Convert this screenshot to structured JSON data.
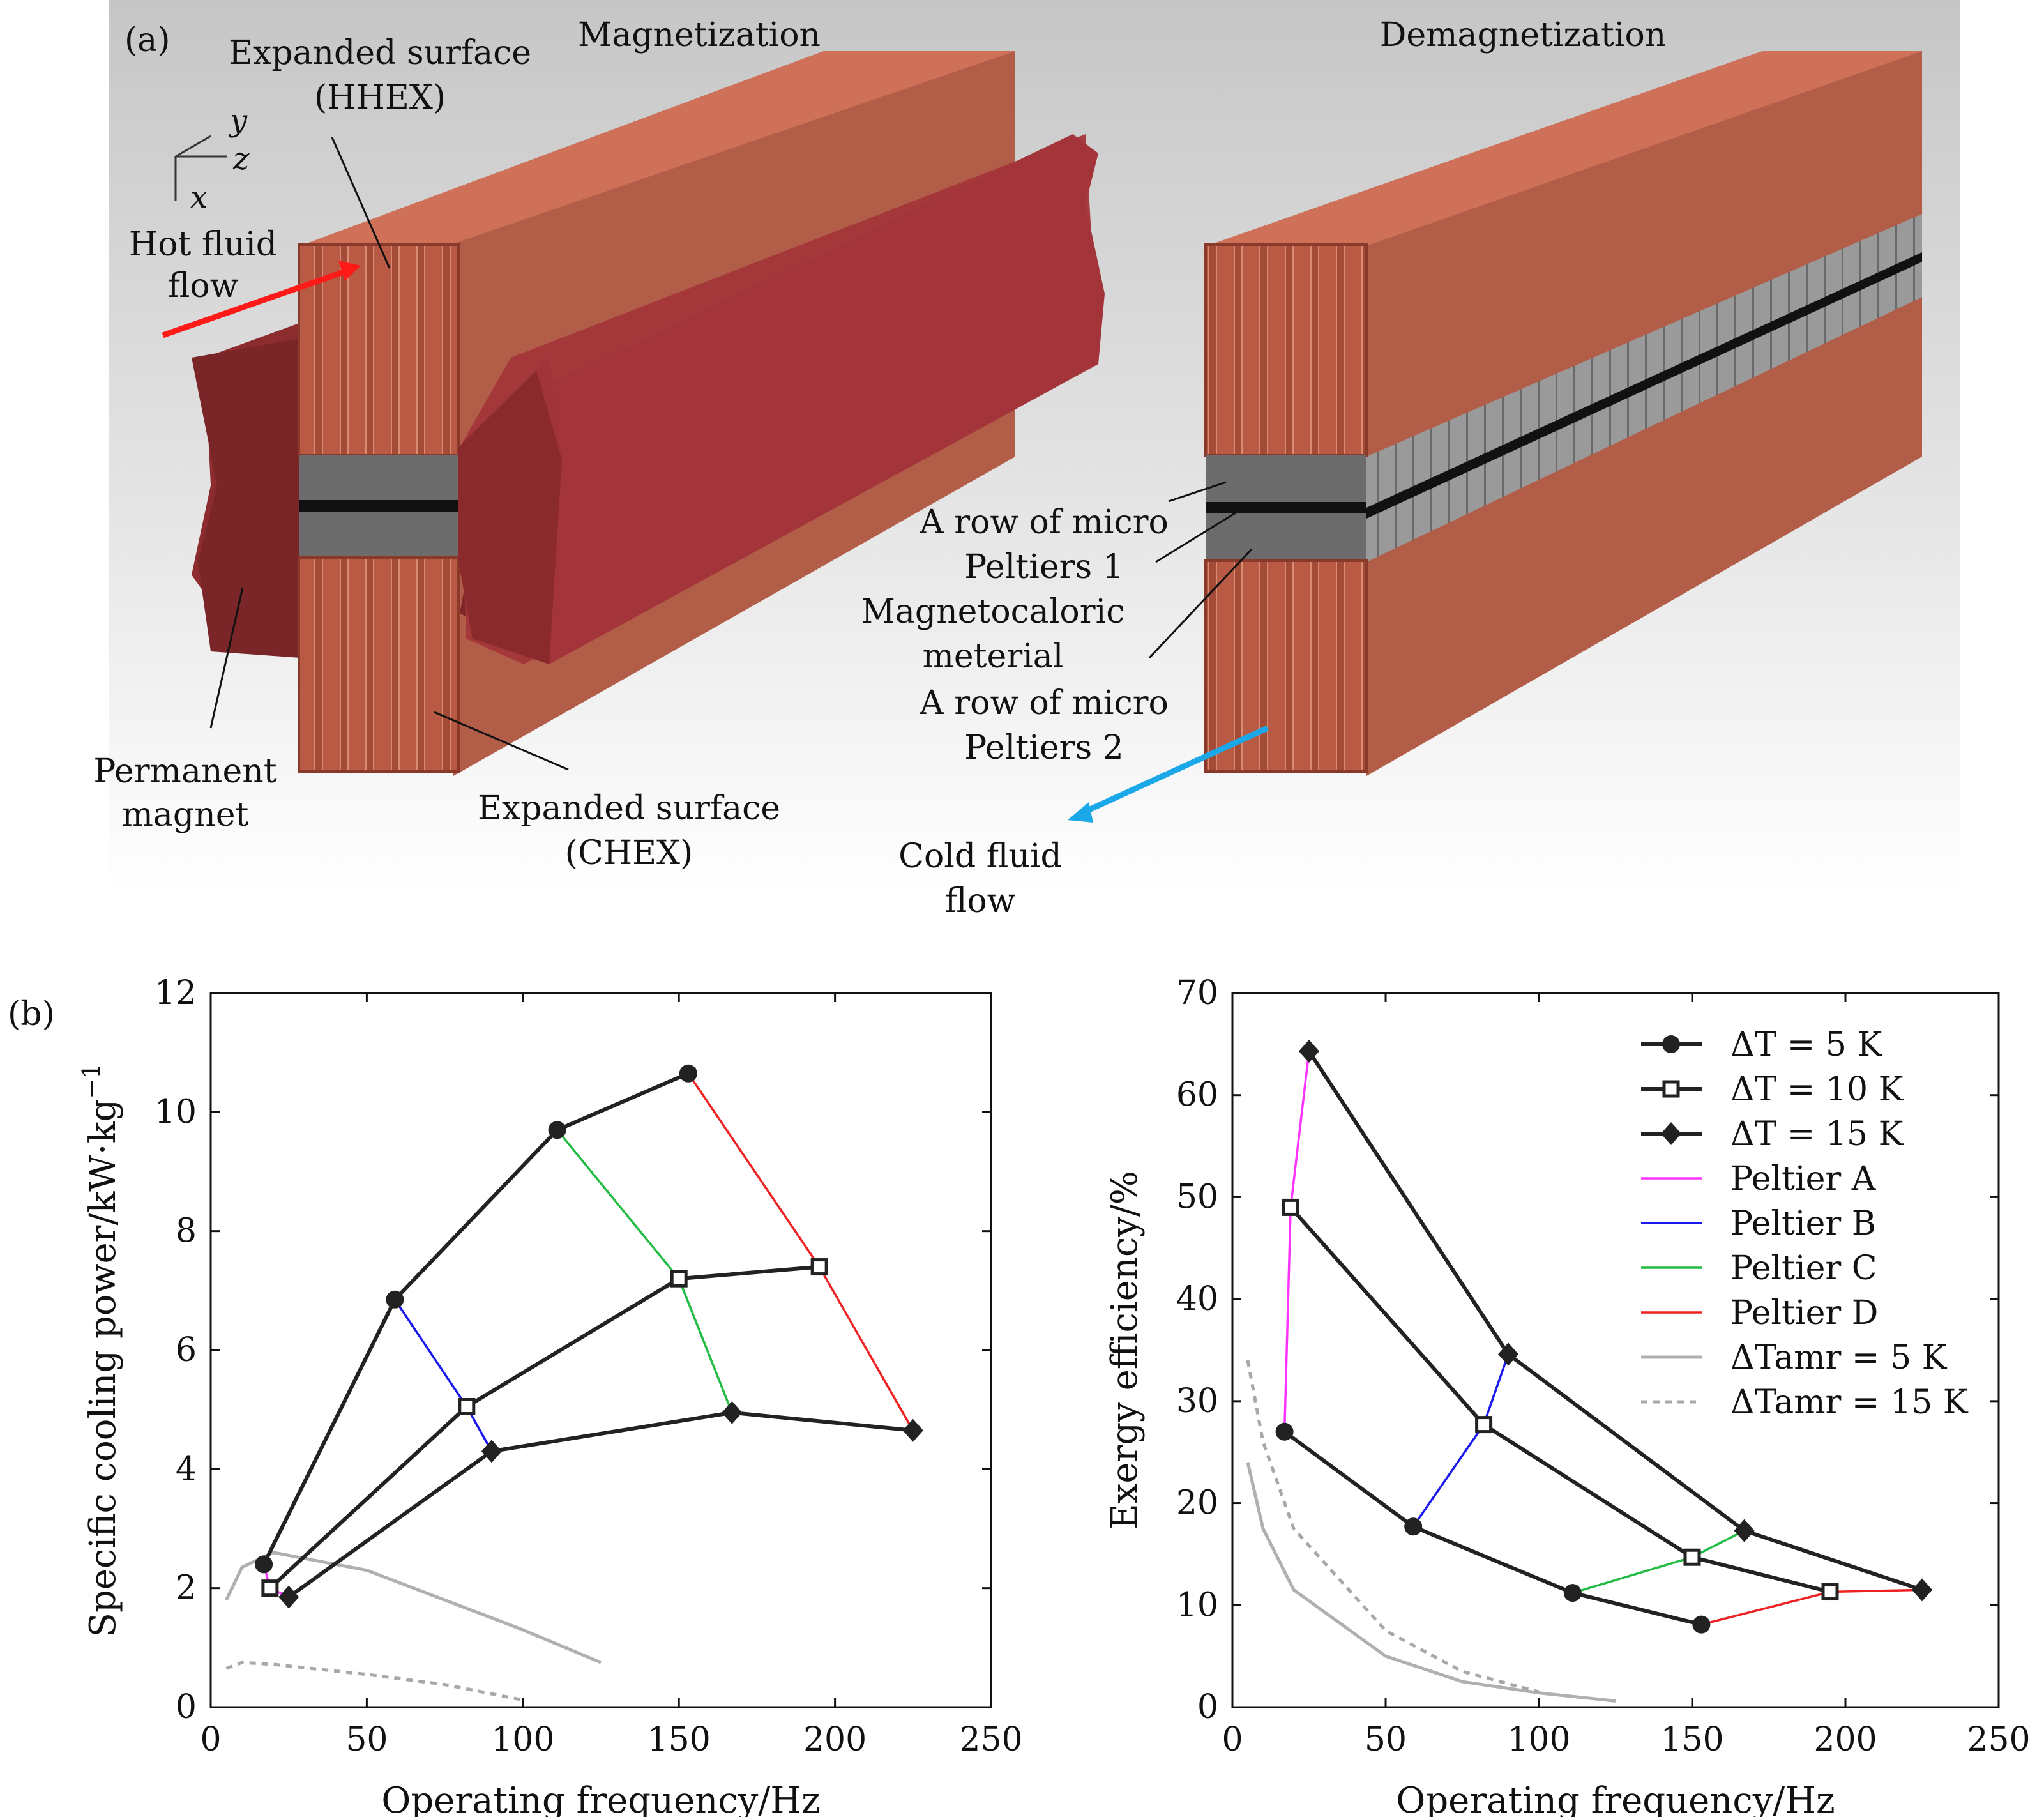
{
  "panel_a": {
    "label": "(a)",
    "mag_title": "Magnetization",
    "demag_title": "Demagnetization",
    "axes": {
      "y": "y",
      "z": "z",
      "x": "x"
    },
    "labels": {
      "hhex": [
        "Expanded surface",
        "(HHEX)"
      ],
      "hot_flow": [
        "Hot fluid",
        "flow"
      ],
      "magnet": [
        "Permanent",
        "magnet"
      ],
      "chex": [
        "Expanded surface",
        "(CHEX)"
      ],
      "peltiers1": [
        "A row of micro",
        "Peltiers 1"
      ],
      "mcm": [
        "Magnetocaloric",
        "meterial"
      ],
      "peltiers2": [
        "A row of micro",
        "Peltiers 2"
      ],
      "cold_flow": [
        "Cold fluid",
        "flow"
      ]
    },
    "colors": {
      "copper": "#c8654f",
      "magnet": "#a0373a",
      "material": "#6c6c6c",
      "hot_arrow": "#ff1a1a",
      "cold_arrow": "#1aa8e8"
    }
  },
  "panel_b_label": "(b)",
  "chart_data": [
    {
      "type": "line",
      "xlabel": "Operating frequency/Hz",
      "ylabel": "Specific cooling power/kW·kg",
      "ylabel_sup": "−1",
      "xlim": [
        0,
        250
      ],
      "ylim": [
        0,
        12
      ],
      "xticks": [
        0,
        50,
        100,
        150,
        200,
        250
      ],
      "yticks": [
        0,
        2,
        4,
        6,
        8,
        10,
        12
      ],
      "series": [
        {
          "name": "ΔT = 5 K",
          "marker": "circle",
          "color": "#222222",
          "x": [
            17,
            59,
            111,
            153
          ],
          "y": [
            2.4,
            6.85,
            9.7,
            10.65
          ]
        },
        {
          "name": "ΔT = 10 K",
          "marker": "square",
          "color": "#222222",
          "x": [
            19,
            82,
            150,
            195
          ],
          "y": [
            2.0,
            5.05,
            7.2,
            7.4
          ]
        },
        {
          "name": "ΔT = 15 K",
          "marker": "diamond",
          "color": "#222222",
          "x": [
            25,
            90,
            167,
            225
          ],
          "y": [
            1.85,
            4.3,
            4.95,
            4.65
          ]
        },
        {
          "name": "Peltier A",
          "marker": "none",
          "color": "#ff33ff",
          "x": [
            17,
            19,
            25
          ],
          "y": [
            2.4,
            2.0,
            1.85
          ]
        },
        {
          "name": "Peltier B",
          "marker": "none",
          "color": "#1a1aee",
          "x": [
            59,
            82,
            90
          ],
          "y": [
            6.85,
            5.05,
            4.3
          ]
        },
        {
          "name": "Peltier C",
          "marker": "none",
          "color": "#22bb44",
          "x": [
            111,
            150,
            167
          ],
          "y": [
            9.7,
            7.2,
            4.95
          ]
        },
        {
          "name": "Peltier D",
          "marker": "none",
          "color": "#ee2222",
          "x": [
            153,
            195,
            225
          ],
          "y": [
            10.65,
            7.4,
            4.65
          ]
        },
        {
          "name": "ΔTamr = 5 K",
          "marker": "none",
          "color": "#b0b0b0",
          "dash": false,
          "x": [
            5,
            10,
            20,
            50,
            75,
            100,
            125
          ],
          "y": [
            1.8,
            2.35,
            2.6,
            2.3,
            1.8,
            1.3,
            0.75
          ]
        },
        {
          "name": "ΔTamr = 15 K",
          "marker": "none",
          "color": "#a8a8a8",
          "dash": true,
          "x": [
            5,
            10,
            20,
            50,
            75,
            100
          ],
          "y": [
            0.65,
            0.75,
            0.72,
            0.55,
            0.38,
            0.12
          ]
        }
      ]
    },
    {
      "type": "line",
      "xlabel": "Operating frequency/Hz",
      "ylabel": "Exergy efficiency/%",
      "xlim": [
        0,
        250
      ],
      "ylim": [
        0,
        70
      ],
      "xticks": [
        0,
        50,
        100,
        150,
        200,
        250
      ],
      "yticks": [
        0,
        10,
        20,
        30,
        40,
        50,
        60,
        70
      ],
      "legend_position": "top-right",
      "series": [
        {
          "name": "ΔT = 5 K",
          "marker": "circle",
          "color": "#222222",
          "x": [
            17,
            59,
            111,
            153
          ],
          "y": [
            27,
            17.7,
            11.2,
            8.1
          ]
        },
        {
          "name": "ΔT = 10 K",
          "marker": "square",
          "color": "#222222",
          "x": [
            19,
            82,
            150,
            195
          ],
          "y": [
            49,
            27.7,
            14.7,
            11.3
          ]
        },
        {
          "name": "ΔT = 15 K",
          "marker": "diamond",
          "color": "#222222",
          "x": [
            25,
            90,
            167,
            225
          ],
          "y": [
            64.3,
            34.6,
            17.3,
            11.5
          ]
        },
        {
          "name": "Peltier A",
          "marker": "none",
          "color": "#ff33ff",
          "x": [
            17,
            19,
            25
          ],
          "y": [
            27,
            49,
            64.3
          ]
        },
        {
          "name": "Peltier B",
          "marker": "none",
          "color": "#1a1aee",
          "x": [
            59,
            82,
            90
          ],
          "y": [
            17.7,
            27.7,
            34.6
          ]
        },
        {
          "name": "Peltier C",
          "marker": "none",
          "color": "#22bb44",
          "x": [
            111,
            150,
            167
          ],
          "y": [
            11.2,
            14.7,
            17.3
          ]
        },
        {
          "name": "Peltier D",
          "marker": "none",
          "color": "#ee2222",
          "x": [
            153,
            195,
            225
          ],
          "y": [
            8.1,
            11.3,
            11.5
          ]
        },
        {
          "name": "ΔTamr = 5 K",
          "marker": "none",
          "color": "#b0b0b0",
          "dash": false,
          "x": [
            5,
            10,
            20,
            50,
            75,
            100,
            125
          ],
          "y": [
            24,
            17.5,
            11.5,
            5,
            2.5,
            1.4,
            0.6
          ]
        },
        {
          "name": "ΔTamr = 15 K",
          "marker": "none",
          "color": "#a8a8a8",
          "dash": true,
          "x": [
            5,
            10,
            20,
            50,
            75,
            100
          ],
          "y": [
            34,
            26,
            17.5,
            7.5,
            3.5,
            1.5
          ]
        }
      ]
    }
  ]
}
